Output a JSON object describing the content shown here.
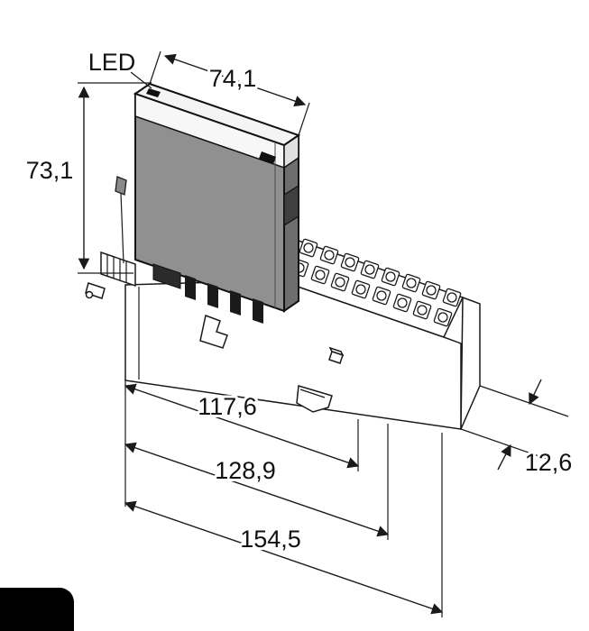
{
  "diagram": {
    "type": "technical-dimension-drawing",
    "led_label": "LED",
    "dimensions": {
      "top_width": "74,1",
      "left_height": "73,1",
      "length_inner": "117,6",
      "length_mid": "128,9",
      "length_total": "154,5",
      "depth": "12,6"
    },
    "colors": {
      "line": "#1a1a1a",
      "module_face": "#909090",
      "module_side": "#6e6e6e",
      "module_top": "#f4f4f4",
      "background": "#ffffff",
      "logo": "#000000"
    }
  }
}
